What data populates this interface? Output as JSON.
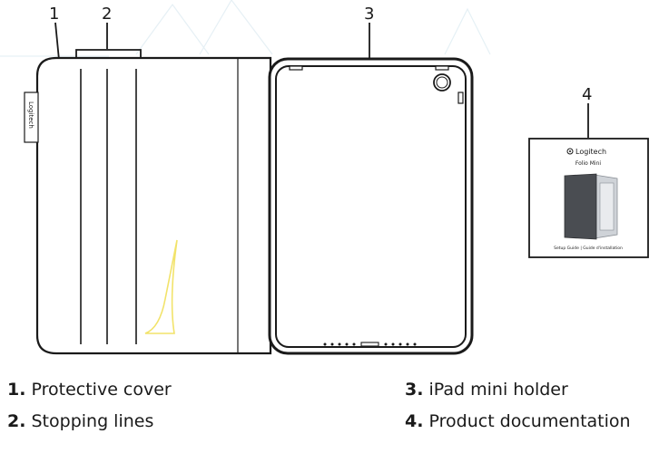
{
  "callouts": [
    "1",
    "2",
    "3",
    "4"
  ],
  "cover": {
    "logo_text": "Logitech"
  },
  "booklet": {
    "brand": "Logitech",
    "product": "Folio Mini",
    "footer": "Setup Guide | Guide d'installation"
  },
  "legend": [
    {
      "num": "1.",
      "text": "Protective cover"
    },
    {
      "num": "2.",
      "text": "Stopping lines"
    },
    {
      "num": "3.",
      "text": "iPad mini holder"
    },
    {
      "num": "4.",
      "text": "Product documentation"
    }
  ]
}
